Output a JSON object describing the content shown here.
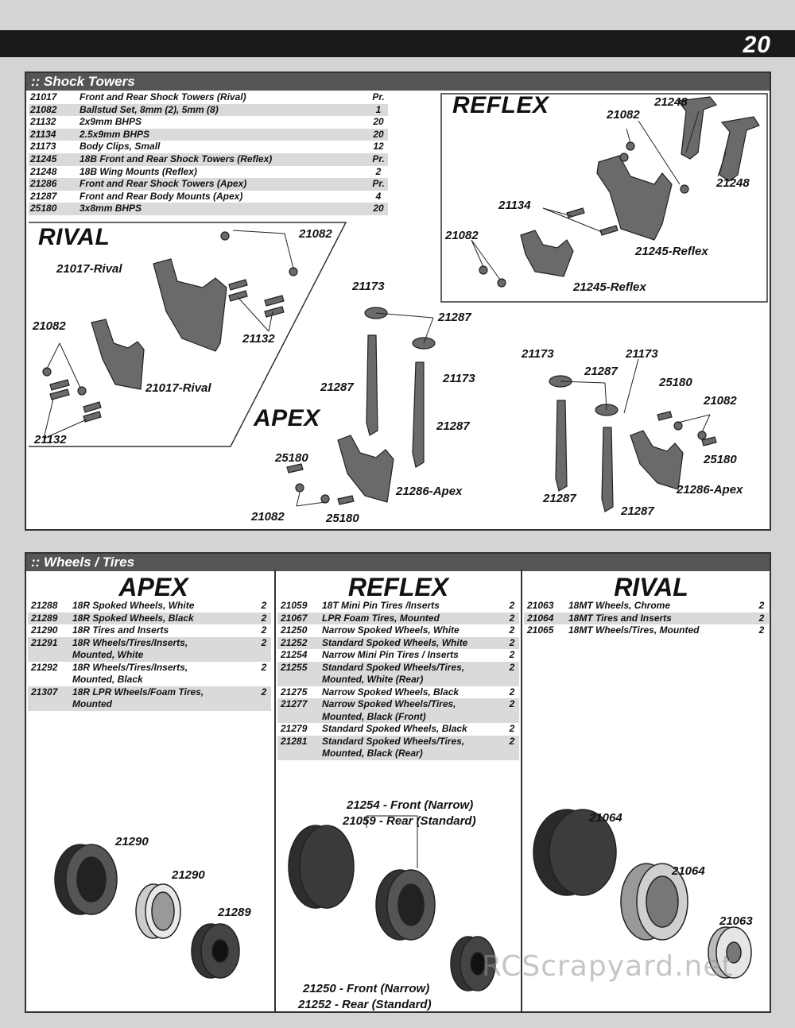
{
  "page": {
    "number": "20"
  },
  "shock_towers": {
    "title": ":: Shock Towers",
    "parts": [
      {
        "num": "21017",
        "desc": "Front and Rear Shock Towers (Rival)",
        "qty": "Pr."
      },
      {
        "num": "21082",
        "desc": "Ballstud Set, 8mm (2), 5mm (8)",
        "qty": "1"
      },
      {
        "num": "21132",
        "desc": "2x9mm BHPS",
        "qty": "20"
      },
      {
        "num": "21134",
        "desc": "2.5x9mm BHPS",
        "qty": "20"
      },
      {
        "num": "21173",
        "desc": "Body Clips, Small",
        "qty": "12"
      },
      {
        "num": "21245",
        "desc": "18B Front and Rear Shock Towers (Reflex)",
        "qty": "Pr."
      },
      {
        "num": "21248",
        "desc": "18B Wing Mounts (Reflex)",
        "qty": "2"
      },
      {
        "num": "21286",
        "desc": "Front and Rear Shock Towers (Apex)",
        "qty": "Pr."
      },
      {
        "num": "21287",
        "desc": "Front and Rear Body Mounts (Apex)",
        "qty": "4"
      },
      {
        "num": "25180",
        "desc": "3x8mm BHPS",
        "qty": "20"
      }
    ],
    "reflex": {
      "heading": "REFLEX",
      "labels": [
        "21248",
        "21082",
        "21248",
        "21134",
        "21082",
        "21245-Reflex",
        "21245-Reflex"
      ]
    },
    "rival": {
      "heading": "RIVAL",
      "labels": [
        "21082",
        "21017-Rival",
        "21132",
        "21082",
        "21017-Rival",
        "21132"
      ]
    },
    "apex": {
      "heading": "APEX",
      "labels": [
        "21173",
        "21287",
        "21173",
        "21287",
        "21287",
        "25180",
        "21082",
        "25180",
        "21286-Apex"
      ]
    },
    "right_group": {
      "labels": [
        "21173",
        "21173",
        "21287",
        "25180",
        "21082",
        "25180",
        "21286-Apex",
        "21287",
        "21287"
      ]
    }
  },
  "wheels": {
    "title": ":: Wheels / Tires",
    "columns": [
      {
        "name": "APEX",
        "parts": [
          {
            "num": "21288",
            "desc": "18R Spoked Wheels, White",
            "qty": "2"
          },
          {
            "num": "21289",
            "desc": "18R Spoked Wheels, Black",
            "qty": "2"
          },
          {
            "num": "21290",
            "desc": "18R Tires and Inserts",
            "qty": "2"
          },
          {
            "num": "21291",
            "desc": "18R Wheels/Tires/Inserts,\nMounted, White",
            "qty": "2"
          },
          {
            "num": "21292",
            "desc": "18R Wheels/Tires/Inserts,\nMounted, Black",
            "qty": "2"
          },
          {
            "num": "21307",
            "desc": "18R LPR Wheels/Foam Tires,\nMounted",
            "qty": "2"
          }
        ],
        "labels": [
          "21290",
          "21290",
          "21289"
        ]
      },
      {
        "name": "REFLEX",
        "parts": [
          {
            "num": "21059",
            "desc": "18T Mini Pin Tires /Inserts",
            "qty": "2"
          },
          {
            "num": "21067",
            "desc": "LPR Foam Tires, Mounted",
            "qty": "2"
          },
          {
            "num": "21250",
            "desc": "Narrow Spoked Wheels, White",
            "qty": "2"
          },
          {
            "num": "21252",
            "desc": "Standard Spoked Wheels, White",
            "qty": "2"
          },
          {
            "num": "21254",
            "desc": "Narrow Mini Pin Tires / Inserts",
            "qty": "2"
          },
          {
            "num": "21255",
            "desc": "Standard Spoked Wheels/Tires,\nMounted, White (Rear)",
            "qty": "2"
          },
          {
            "num": "21275",
            "desc": "Narrow Spoked Wheels, Black",
            "qty": "2"
          },
          {
            "num": "21277",
            "desc": "Narrow Spoked Wheels/Tires,\nMounted, Black (Front)",
            "qty": "2"
          },
          {
            "num": "21279",
            "desc": "Standard Spoked Wheels, Black",
            "qty": "2"
          },
          {
            "num": "21281",
            "desc": "Standard Spoked Wheels/Tires,\nMounted, Black (Rear)",
            "qty": "2"
          }
        ],
        "labels": [
          "21254 - Front (Narrow)",
          "21059 - Rear (Standard)",
          "21250 - Front (Narrow)",
          "21252 - Rear (Standard)"
        ]
      },
      {
        "name": "RIVAL",
        "parts": [
          {
            "num": "21063",
            "desc": "18MT Wheels, Chrome",
            "qty": "2"
          },
          {
            "num": "21064",
            "desc": "18MT Tires and Inserts",
            "qty": "2"
          },
          {
            "num": "21065",
            "desc": "18MT Wheels/Tires, Mounted",
            "qty": "2"
          }
        ],
        "labels": [
          "21064",
          "21064",
          "21063"
        ]
      }
    ]
  },
  "watermark": "RCScrapyard.net"
}
